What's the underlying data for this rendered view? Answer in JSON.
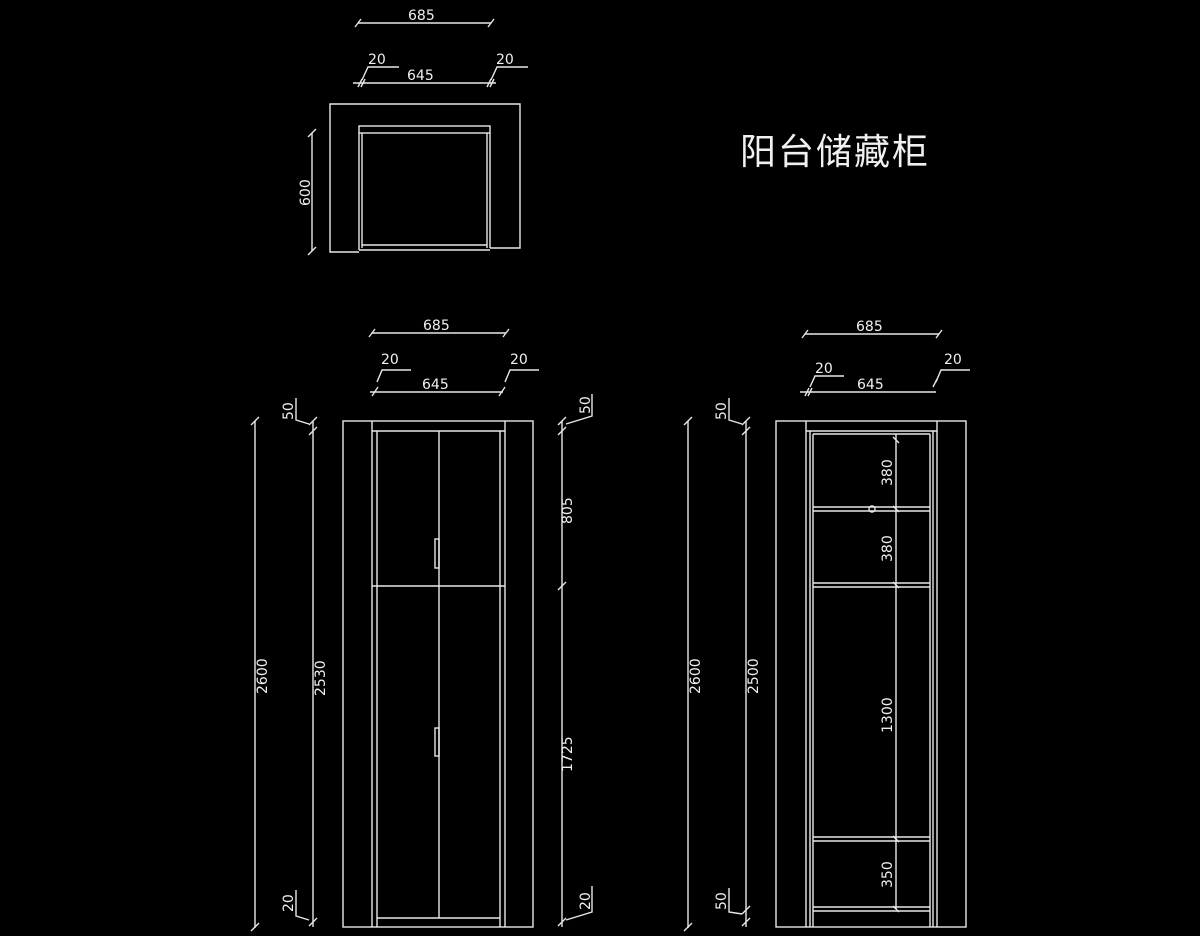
{
  "title": "阳台储藏柜",
  "plan": {
    "width_total": "685",
    "width_inner": "645",
    "side_left": "20",
    "side_right": "20",
    "depth": "600"
  },
  "front": {
    "width_total": "685",
    "width_inner": "645",
    "side_left": "20",
    "side_right": "20",
    "height_total": "2600",
    "height_inner": "2530",
    "top_left": "50",
    "bottom_left": "20",
    "top_right": "50",
    "upper": "805",
    "lower": "1725",
    "bottom_right": "20"
  },
  "side": {
    "width_total": "685",
    "width_inner": "645",
    "side_left": "20",
    "side_right": "20",
    "height_total": "2600",
    "height_inner": "2500",
    "top": "50",
    "bottom": "50",
    "shelf1": "380",
    "shelf2": "380",
    "shelf3": "1300",
    "shelf4": "350"
  }
}
